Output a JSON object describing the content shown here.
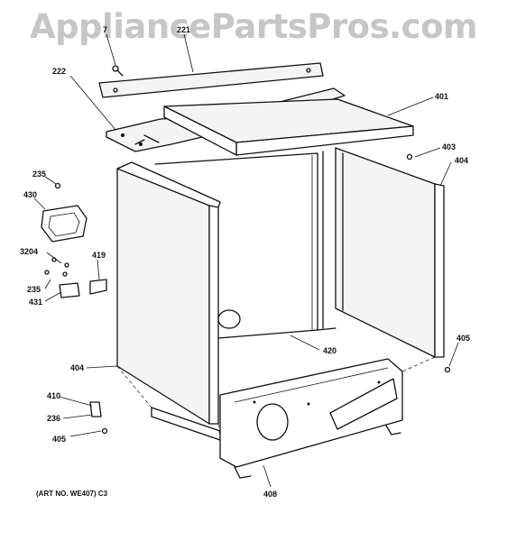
{
  "watermark": "AppliancePartsPros.com",
  "callouts": {
    "p7": "7",
    "p221": "221",
    "p222": "222",
    "p401": "401",
    "p403": "403",
    "p404_right": "404",
    "p235_top": "235",
    "p430": "430",
    "p3204": "3204",
    "p419": "419",
    "p235_mid": "235",
    "p431": "431",
    "p420": "420",
    "p405_right": "405",
    "p404_left": "404",
    "p410": "410",
    "p236": "236",
    "p405_left": "405",
    "p408": "408"
  },
  "art_number": "(ART NO. WE407) C3"
}
